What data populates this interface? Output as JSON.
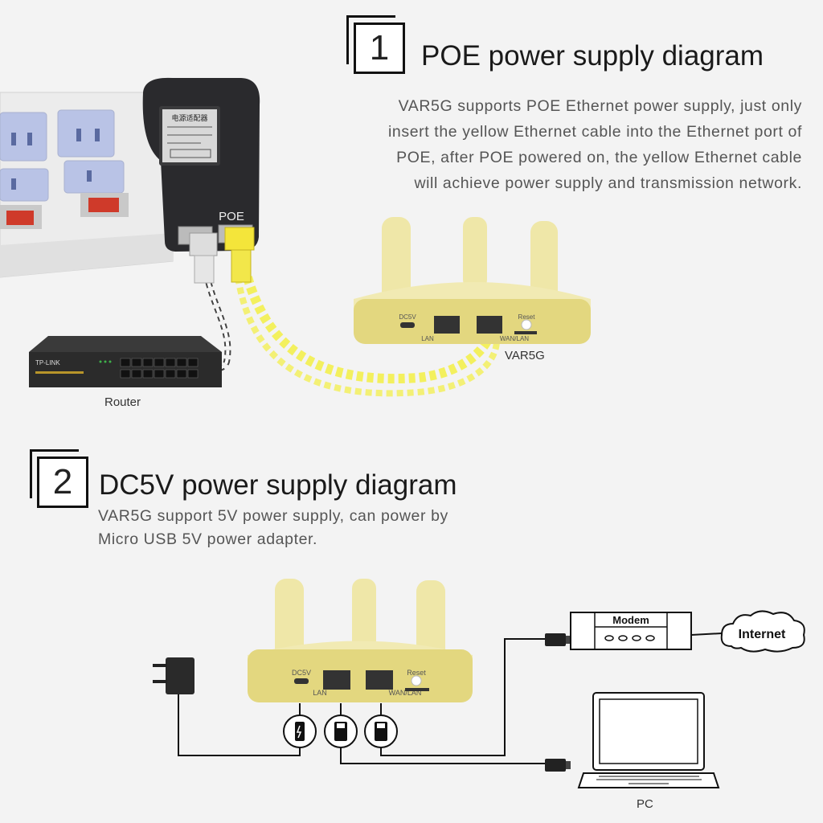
{
  "section1": {
    "number": "1",
    "title": "POE power supply diagram",
    "description_lines": [
      "VAR5G supports POE Ethernet power supply, just only",
      "insert the yellow Ethernet cable into the Ethernet port of",
      "POE, after POE powered on, the yellow Ethernet cable",
      "will achieve power supply and transmission network."
    ],
    "poe_label": "POE",
    "adapter_text": "电源适配器",
    "switch_brand": "TP-LINK",
    "router_caption": "Router",
    "device_caption": "VAR5G",
    "port_labels": {
      "dc": "DC5V",
      "lan": "LAN",
      "wan": "WAN/LAN",
      "reset": "Reset"
    }
  },
  "section2": {
    "number": "2",
    "title": "DC5V power supply diagram",
    "description_lines": [
      "VAR5G support 5V power supply, can power by",
      "Micro USB 5V power adapter."
    ],
    "modem_label": "Modem",
    "internet_label": "Internet",
    "pc_caption": "PC",
    "port_labels": {
      "dc": "DC5V",
      "lan": "LAN",
      "wan": "WAN/LAN",
      "reset": "Reset"
    }
  },
  "colors": {
    "device_gold": "#e3d77f",
    "cable_yellow": "#f2ef55",
    "accent_dark": "#1a1a1a"
  },
  "icons": [
    "power-plug-icon",
    "micro-usb-icon",
    "rj45-icon",
    "laptop-icon",
    "cloud-icon",
    "modem-icon",
    "power-strip-icon",
    "poe-adapter-icon",
    "switch-icon"
  ]
}
